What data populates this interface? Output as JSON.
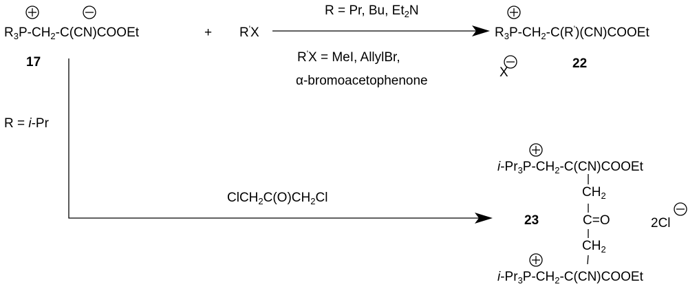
{
  "formulas": {
    "compound_17": [
      {
        "t": "R"
      },
      {
        "t": "3",
        "sub": true
      },
      {
        "t": "P-CH"
      },
      {
        "t": "2",
        "sub": true
      },
      {
        "t": "-C(CN)COOEt"
      }
    ],
    "reagent_rx": [
      {
        "t": "R"
      },
      {
        "t": "'",
        "sup": true
      },
      {
        "t": "X"
      }
    ],
    "condition_r": [
      {
        "t": "R = Pr, Bu, Et"
      },
      {
        "t": "2",
        "sub": true
      },
      {
        "t": "N"
      }
    ],
    "condition_rx": [
      {
        "t": "R"
      },
      {
        "t": "'",
        "sup": true
      },
      {
        "t": "X = MeI, AllylBr,"
      }
    ],
    "condition_alpha": [
      {
        "t": "α-bromoacetophenone"
      }
    ],
    "compound_22": [
      {
        "t": "R"
      },
      {
        "t": "3",
        "sub": true
      },
      {
        "t": "P-CH"
      },
      {
        "t": "2",
        "sub": true
      },
      {
        "t": "-C(R"
      },
      {
        "t": "'",
        "sup": true
      },
      {
        "t": ")(CN)COOEt"
      }
    ],
    "counterion_22": [
      {
        "t": "X"
      }
    ],
    "condition_ipr": [
      {
        "t": "R = "
      },
      {
        "t": "i",
        "i": true
      },
      {
        "t": "-Pr"
      }
    ],
    "reagent_dichloroacetone": [
      {
        "t": "ClCH"
      },
      {
        "t": "2",
        "sub": true
      },
      {
        "t": "C(O)CH"
      },
      {
        "t": "2",
        "sub": true
      },
      {
        "t": "Cl"
      }
    ],
    "compound_23_top": [
      {
        "t": "i",
        "i": true
      },
      {
        "t": "-Pr"
      },
      {
        "t": "3",
        "sub": true
      },
      {
        "t": "P-CH"
      },
      {
        "t": "2",
        "sub": true
      },
      {
        "t": "-C(CN)COOEt"
      }
    ],
    "compound_23_ch2_upper": [
      {
        "t": "CH"
      },
      {
        "t": "2",
        "sub": true
      }
    ],
    "compound_23_carbonyl": [
      {
        "t": "C=O"
      }
    ],
    "compound_23_ch2_lower": [
      {
        "t": "CH"
      },
      {
        "t": "2",
        "sub": true
      }
    ],
    "compound_23_bottom": [
      {
        "t": "i",
        "i": true
      },
      {
        "t": "-Pr"
      },
      {
        "t": "3",
        "sub": true
      },
      {
        "t": "P-CH"
      },
      {
        "t": "2",
        "sub": true
      },
      {
        "t": "-C(CN)COOEt"
      }
    ],
    "counterion_23": [
      {
        "t": "2Cl"
      }
    ]
  },
  "labels": {
    "c17": "17",
    "c22": "22",
    "c23": "23",
    "plus": "+"
  }
}
